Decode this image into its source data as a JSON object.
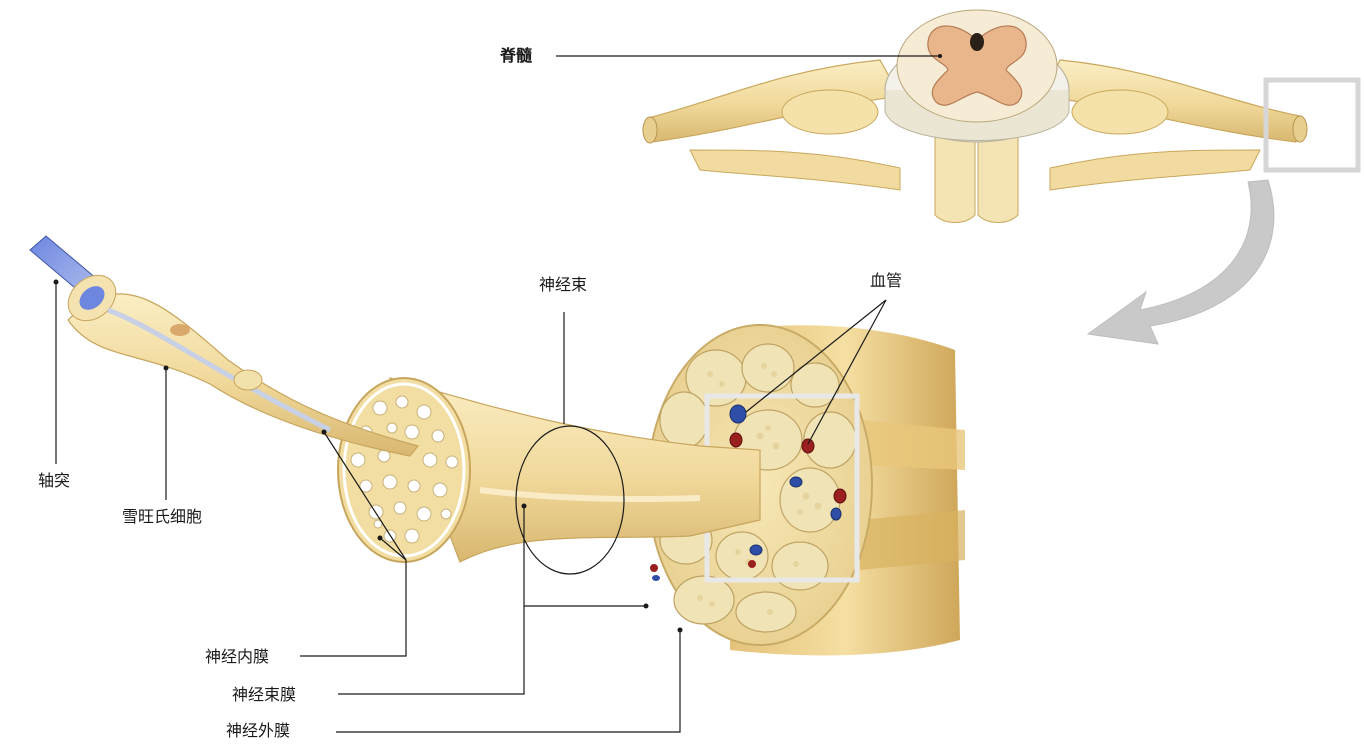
{
  "labels": {
    "spinal_cord": "脊髓",
    "fascicle": "神经束",
    "blood_vessel": "血管",
    "axon": "轴突",
    "schwann_cell": "雪旺氏细胞",
    "endoneurium": "神经内膜",
    "perineurium": "神经束膜",
    "epineurium": "神经外膜"
  },
  "colors": {
    "nerve": "#f3dfa6",
    "nerve_dark": "#d9b86a",
    "gray_matter": "#e9b58a",
    "axon_blue": "#4a63c8",
    "vein": "#2f4ea8",
    "artery": "#9a1f1f",
    "arrow": "#c9c9c9"
  }
}
